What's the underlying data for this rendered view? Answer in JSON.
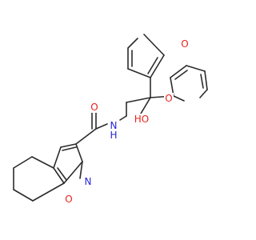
{
  "molecule": {
    "atom_labels": {
      "furan3_o": "O",
      "furan2_o": "O",
      "hydroxyl": "HO",
      "amide_o": "O",
      "amide_n": "N",
      "amide_h": "H",
      "isoxazole_n": "N",
      "isoxazole_o": "O"
    },
    "colors": {
      "carbon_bond": "#2b2b2b",
      "oxygen": "#e8231d",
      "nitrogen": "#2525d8",
      "background": "#ffffff"
    }
  }
}
